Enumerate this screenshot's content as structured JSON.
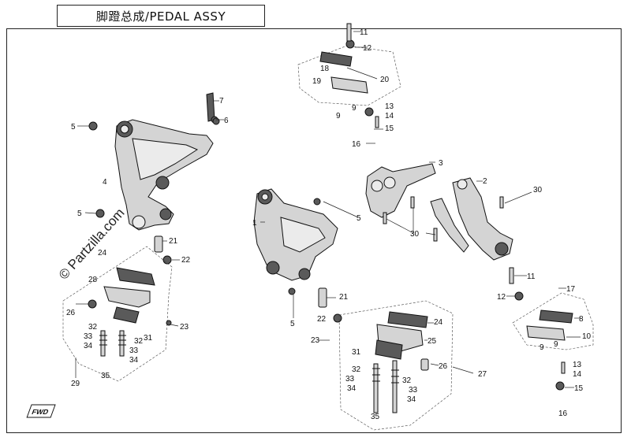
{
  "title": "脚蹬总成/PEDAL  ASSY",
  "watermark": "© Partzilla.com",
  "callouts": {
    "p1": "1",
    "p2": "2",
    "p3": "3",
    "p4": "4",
    "p5a": "5",
    "p5b": "5",
    "p5c": "5",
    "p5d": "5",
    "p6": "6",
    "p7": "7",
    "p8": "8",
    "p9a": "9",
    "p9b": "9",
    "p9c": "9",
    "p9d": "9",
    "p10": "10",
    "p11a": "11",
    "p11b": "11",
    "p12a": "12",
    "p12b": "12",
    "p13a": "13",
    "p13b": "13",
    "p14a": "14",
    "p14b": "14",
    "p15a": "15",
    "p15b": "15",
    "p16a": "16",
    "p16b": "16",
    "p17": "17",
    "p18": "18",
    "p19": "19",
    "p20": "20",
    "p21a": "21",
    "p21b": "21",
    "p22a": "22",
    "p22b": "22",
    "p23a": "23",
    "p23b": "23",
    "p24a": "24",
    "p24b": "24",
    "p25": "25",
    "p26a": "26",
    "p26b": "26",
    "p27": "27",
    "p28": "28",
    "p29": "29",
    "p30a": "30",
    "p30b": "30",
    "p31a": "31",
    "p31b": "31",
    "p32a": "32",
    "p32b": "32",
    "p32c": "32",
    "p32d": "32",
    "p33a": "33",
    "p33b": "33",
    "p33c": "33",
    "p33d": "33",
    "p34a": "34",
    "p34b": "34",
    "p34c": "34",
    "p34d": "34",
    "p35a": "35",
    "p35b": "35"
  },
  "logo_text": "FWD"
}
